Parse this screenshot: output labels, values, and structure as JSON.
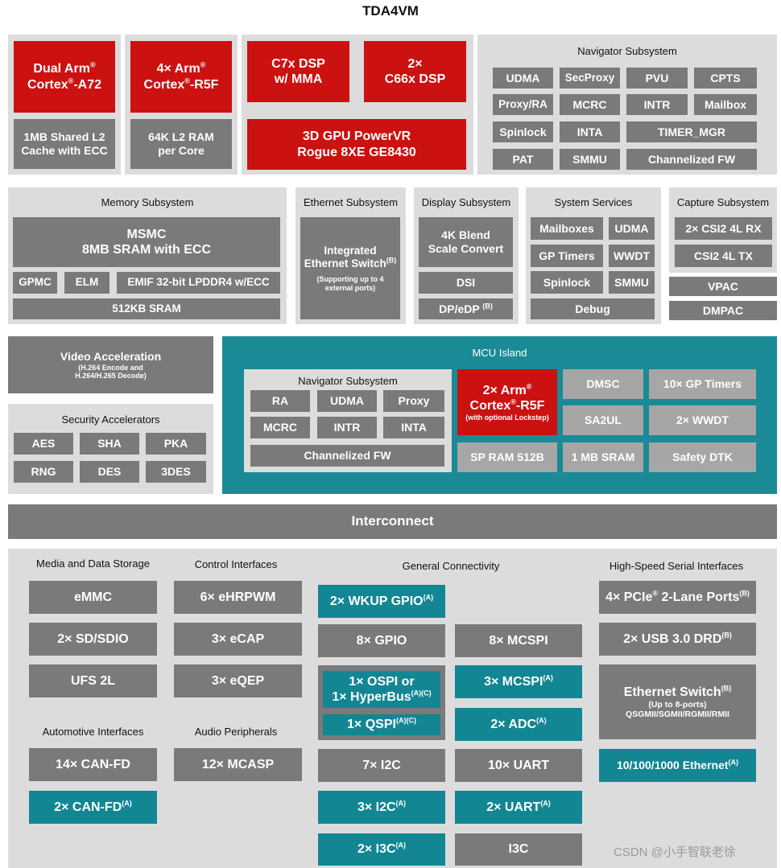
{
  "title": "TDA4VM",
  "top": {
    "a72": {
      "l1": "Dual Arm",
      "s1": "®",
      "l2a": "Cortex",
      "s2": "®",
      "l2b": "-A72"
    },
    "l2cache": {
      "l1": "1MB Shared L2",
      "l2": "Cache with ECC"
    },
    "r5f": {
      "l1": "4× Arm",
      "s1": "®",
      "l2a": "Cortex",
      "s2": "®",
      "l2b": "-R5F"
    },
    "l2ram": {
      "l1": "64K L2 RAM",
      "l2": "per Core"
    },
    "c7x": {
      "l1": "C7x DSP",
      "l2": "w/ MMA"
    },
    "c66x": {
      "l1": "2×",
      "l2": "C66x DSP"
    },
    "gpu": {
      "l1": "3D GPU PowerVR",
      "l2": "Rogue 8XE GE8430"
    }
  },
  "navigator": {
    "label": "Navigator Subsystem",
    "items": [
      "UDMA",
      "SecProxy",
      "PVU",
      "CPTS",
      "Proxy/RA",
      "MCRC",
      "INTR",
      "Mailbox",
      "Spinlock",
      "INTA",
      "TIMER_MGR",
      "PAT",
      "SMMU",
      "Channelized FW"
    ]
  },
  "memory": {
    "label": "Memory Subsystem",
    "msmc1": "MSMC",
    "msmc2": "8MB SRAM with ECC",
    "gpmc": "GPMC",
    "elm": "ELM",
    "emif": "EMIF 32-bit LPDDR4 w/ECC",
    "sram": "512KB SRAM"
  },
  "ethernet": {
    "label": "Ethernet Subsystem",
    "l1": "Integrated",
    "l2": "Ethernet Switch",
    "sup": "(B)",
    "note1": "(Supporting up to 4",
    "note2": "external ports)"
  },
  "display": {
    "label": "Display Subsystem",
    "blend1": "4K Blend",
    "blend2": "Scale Convert",
    "dsi": "DSI",
    "dp": "DP/eDP",
    "dp_sup": "(B)"
  },
  "system": {
    "label": "System Services",
    "items": [
      "Mailboxes",
      "UDMA",
      "GP Timers",
      "WWDT",
      "Spinlock",
      "SMMU",
      "Debug"
    ]
  },
  "capture": {
    "label": "Capture Subsystem",
    "items": [
      "2× CSI2 4L RX",
      "CSI2 4L TX"
    ],
    "vpac": "VPAC",
    "dmpac": "DMPAC"
  },
  "video": {
    "l1": "Video Acceleration",
    "l2": "(H.264 Encode and",
    "l3": "H.264/H.265 Decode)"
  },
  "security": {
    "label": "Security Accelerators",
    "items": [
      "AES",
      "SHA",
      "PKA",
      "RNG",
      "DES",
      "3DES"
    ]
  },
  "mcu": {
    "label": "MCU Island",
    "nav_label": "Navigator Subsystem",
    "nav_items": [
      "RA",
      "UDMA",
      "Proxy",
      "MCRC",
      "INTR",
      "INTA",
      "Channelized FW"
    ],
    "r5f": {
      "l1": "2× Arm",
      "s1": "®",
      "l2a": "Cortex",
      "s2": "®",
      "l2b": "-R5F",
      "note": "(with optional Lockstep)"
    },
    "sp_ram": "SP RAM 512B",
    "dmsc": "DMSC",
    "sa2ul": "SA2UL",
    "sram": "1 MB SRAM",
    "gp_timers": "10× GP Timers",
    "wwdt": "2× WWDT",
    "dtk": "Safety DTK"
  },
  "interconnect": "Interconnect",
  "media": {
    "label": "Media and Data Storage",
    "items": [
      "eMMC",
      "2× SD/SDIO",
      "UFS 2L"
    ]
  },
  "control": {
    "label": "Control Interfaces",
    "items": [
      "6× eHRPWM",
      "3× eCAP",
      "3× eQEP"
    ]
  },
  "automotive": {
    "label": "Automotive Interfaces",
    "can": "14× CAN-FD",
    "can_a": "2× CAN-FD",
    "can_a_sup": "(A)"
  },
  "audio": {
    "label": "Audio Peripherals",
    "mcasp": "12× MCASP"
  },
  "general": {
    "label": "General Connectivity",
    "wkup": "2× WKUP GPIO",
    "wkup_sup": "(A)",
    "gpio": "8× GPIO",
    "mcspi": "8× MCSPI",
    "ospi1": "1× OSPI or",
    "ospi2": "1× HyperBus",
    "ospi_sup": "(A)(C)",
    "qspi": "1× QSPI",
    "qspi_sup": "(A)(C)",
    "mcspi_a": "3× MCSPI",
    "mcspi_a_sup": "(A)",
    "adc": "2× ADC",
    "adc_sup": "(A)",
    "i2c": "7× I2C",
    "uart": "10× UART",
    "i2c_a": "3× I2C",
    "i2c_a_sup": "(A)",
    "uart_a": "2× UART",
    "uart_a_sup": "(A)",
    "i3c_a": "2× I3C",
    "i3c_a_sup": "(A)",
    "i3c": "I3C"
  },
  "hs": {
    "label": "High-Speed Serial Interfaces",
    "pcie_a": "4× PCIe",
    "pcie_s": "®",
    "pcie_b": " 2-Lane Ports",
    "pcie_sup": "(B)",
    "usb": "2× USB 3.0 DRD",
    "usb_sup": "(B)",
    "eth1": "Ethernet Switch",
    "eth_sup": "(B)",
    "eth2": "(Up to 8-ports)",
    "eth3": "QSGMII/SGMII/RGMII/RMII",
    "gbe": "10/100/1000 Ethernet",
    "gbe_sup": "(A)"
  },
  "watermark": "CSDN @小手智联老徐",
  "colors": {
    "red": "#cc1111",
    "teal": "#138694",
    "gray": "#7a7a7a",
    "panel": "#dcdcdc"
  }
}
